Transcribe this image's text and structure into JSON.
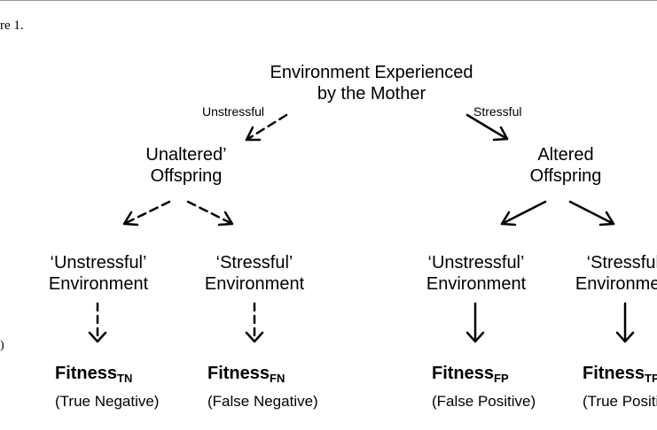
{
  "caption": "re 1.",
  "left_marker": ")",
  "root": {
    "line1": "Environment Experienced",
    "line2": "by the Mother"
  },
  "branch_labels": {
    "left": "Unstressful",
    "right": "Stressful"
  },
  "offspring": {
    "unaltered": {
      "line1": "Unaltered’",
      "line2": "Offspring"
    },
    "altered": {
      "line1": "Altered",
      "line2": "Offspring"
    }
  },
  "environments": [
    {
      "line1": "‘Unstressful’",
      "line2": "Environment"
    },
    {
      "line1": "‘Stressful’",
      "line2": "Environment"
    },
    {
      "line1": "‘Unstressful’",
      "line2": "Environment"
    },
    {
      "line1": "‘Stressful’",
      "line2": "Environment"
    }
  ],
  "outcomes": [
    {
      "title": "Fitness",
      "sub": "TN",
      "desc": "(True Negative)"
    },
    {
      "title": "Fitness",
      "sub": "FN",
      "desc": "(False Negative)"
    },
    {
      "title": "Fitness",
      "sub": "FP",
      "desc": "(False Positive)"
    },
    {
      "title": "Fitness",
      "sub": "TP",
      "desc": "(True Positive)"
    }
  ],
  "arrow_styles": {
    "maternal_unstressful": "dashed",
    "maternal_stressful": "solid"
  }
}
